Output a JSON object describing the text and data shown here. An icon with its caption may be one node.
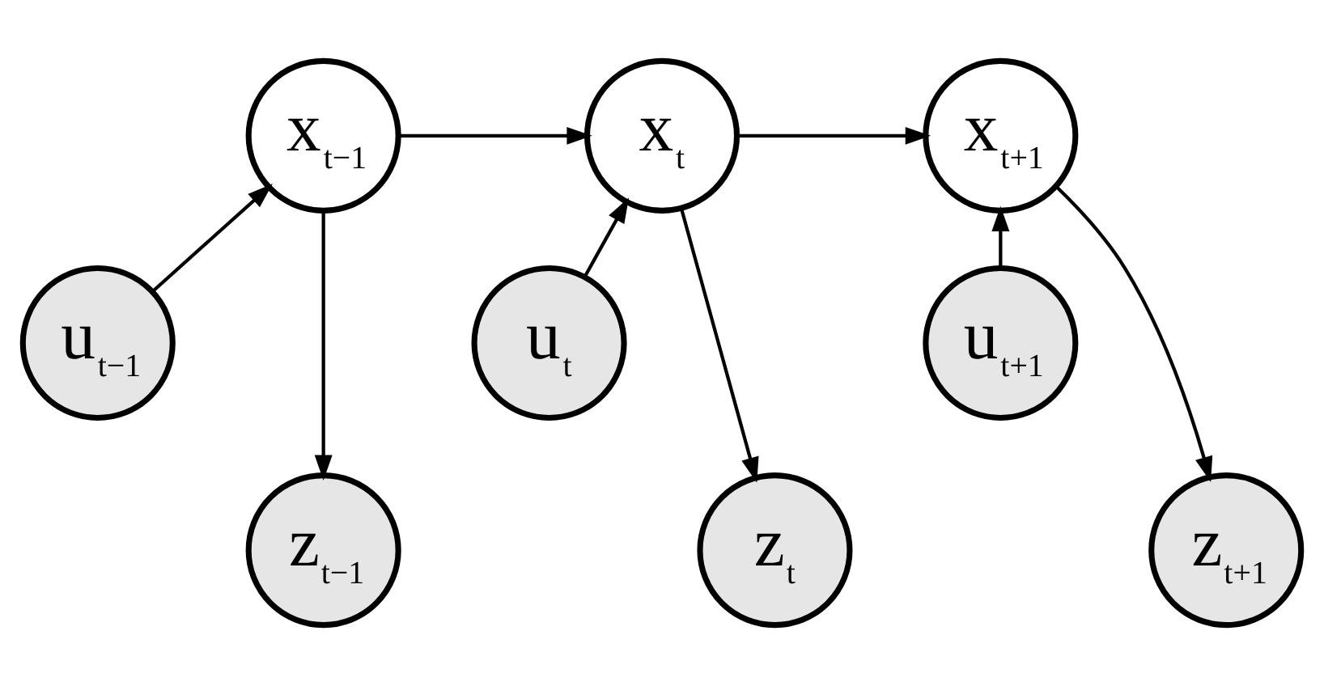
{
  "diagram": {
    "nodes": [
      {
        "text": [
          "x$_{t−1}$"
        ]
      },
      {
        "text": [
          "x$_{t}$"
        ]
      },
      {
        "text": [
          "x$_{t+1}$"
        ]
      },
      {
        "text": [
          "u$_{t−1}$"
        ]
      },
      {
        "text": [
          "u$_{t}$"
        ]
      },
      {
        "text": [
          "u$_{t+1}$"
        ]
      },
      {
        "text": [
          "z$_{t−1}$"
        ]
      },
      {
        "text": [
          "z$_{t}$"
        ]
      },
      {
        "text": [
          "z$_{t+1}$"
        ]
      }
    ],
    "edges": [
      {
        "from": 0,
        "to": 1,
        "arrow": "to"
      },
      {
        "from": 1,
        "to": 2,
        "arrow": "to"
      },
      {
        "from": 3,
        "to": 0,
        "arrow": "to"
      },
      {
        "from": 0,
        "to": 6,
        "arrow": "to"
      },
      {
        "from": 4,
        "to": 1,
        "arrow": "to"
      },
      {
        "from": 1,
        "to": 7,
        "arrow": "to"
      },
      {
        "from": 5,
        "to": 2,
        "arrow": "to"
      },
      {
        "from": 2,
        "to": 8,
        "arrow": "to"
      }
    ]
  }
}
